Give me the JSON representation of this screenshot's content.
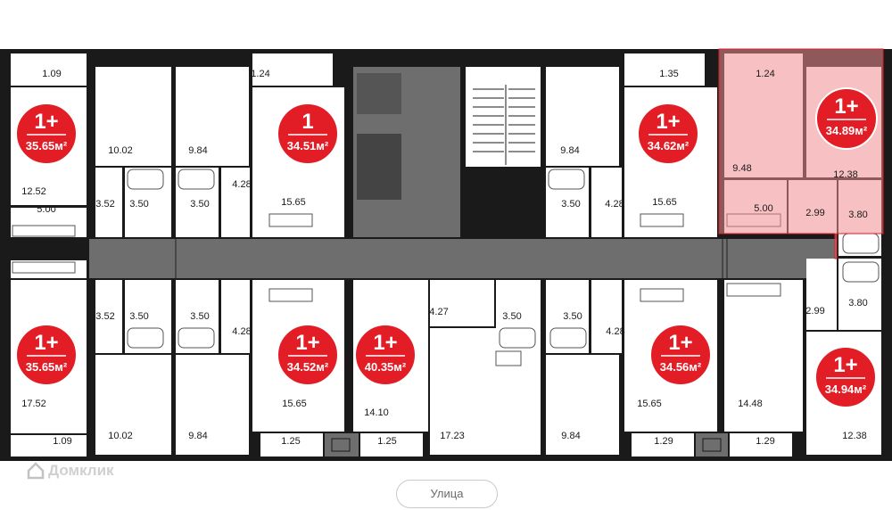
{
  "street_label": "Улица",
  "watermark_text": "Домклик",
  "colors": {
    "accent": "#e21d25",
    "highlight": "#f08c92",
    "corridor": "#6e6e6e",
    "wall": "#1a1a1a"
  },
  "apartments": [
    {
      "id": "top-1",
      "type": "1+",
      "area": "35.65м²"
    },
    {
      "id": "top-2",
      "type": "1",
      "area": "34.51м²"
    },
    {
      "id": "top-3",
      "type": "1+",
      "area": "34.62м²"
    },
    {
      "id": "top-4",
      "type": "1+",
      "area": "34.89м²",
      "selected": true
    },
    {
      "id": "bottom-1",
      "type": "1+",
      "area": "35.65м²"
    },
    {
      "id": "bottom-2",
      "type": "1+",
      "area": "34.52м²"
    },
    {
      "id": "bottom-3",
      "type": "1+",
      "area": "40.35м²"
    },
    {
      "id": "bottom-4",
      "type": "1+",
      "area": "34.56м²"
    },
    {
      "id": "bottom-5",
      "type": "1+",
      "area": "34.94м²"
    }
  ],
  "room_areas": [
    "1.09",
    "10.02",
    "9.84",
    "1.24",
    "1.35",
    "1.24",
    "12.52",
    "3.52",
    "3.50",
    "5.00",
    "4.28",
    "3.50",
    "15.65",
    "9.84",
    "3.50",
    "4.28",
    "15.65",
    "9.48",
    "12.38",
    "5.00",
    "2.99",
    "3.80",
    "3.52",
    "3.50",
    "3.50",
    "4.28",
    "4.27",
    "3.50",
    "3.50",
    "4.28",
    "3.80",
    "2.99",
    "17.52",
    "15.65",
    "14.10",
    "15.65",
    "14.48",
    "1.09",
    "10.02",
    "9.84",
    "1.25",
    "1.25",
    "17.23",
    "9.84",
    "1.29",
    "1.29",
    "12.38"
  ]
}
